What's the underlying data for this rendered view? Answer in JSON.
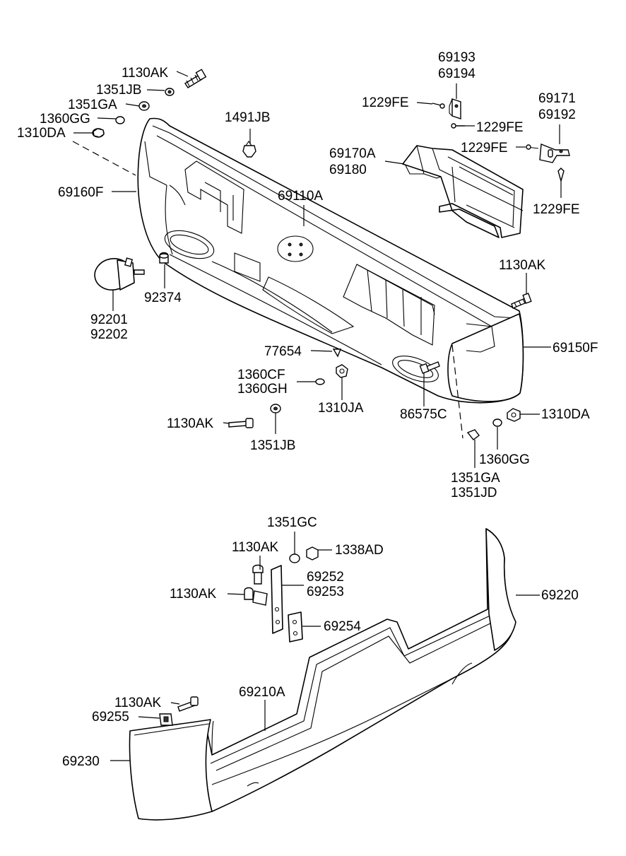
{
  "labels": {
    "l_1130ak_a": "1130AK",
    "l_1351jb_a": "1351JB",
    "l_1351ga_a": "1351GA",
    "l_1360gg_a": "1360GG",
    "l_1310da_a": "1310DA",
    "l_69160f": "69160F",
    "l_1491jb": "1491JB",
    "l_69110a": "69110A",
    "l_69193": "69193",
    "l_69194": "69194",
    "l_1229fe_a": "1229FE",
    "l_1229fe_b": "1229FE",
    "l_69170a": "69170A",
    "l_69180": "69180",
    "l_69171": "69171",
    "l_69192": "69192",
    "l_1229fe_c": "1229FE",
    "l_1229fe_d": "1229FE",
    "l_92201": "92201",
    "l_92202": "92202",
    "l_92374": "92374",
    "l_1130ak_b": "1130AK",
    "l_69150f": "69150F",
    "l_77654": "77654",
    "l_1360cf": "1360CF",
    "l_1360gh": "1360GH",
    "l_1310ja": "1310JA",
    "l_86575c": "86575C",
    "l_1130ak_c": "1130AK",
    "l_1351jb_b": "1351JB",
    "l_1310da_b": "1310DA",
    "l_1360gg_b": "1360GG",
    "l_1351ga_b": "1351GA",
    "l_1351jd": "1351JD",
    "l_1351gc": "1351GC",
    "l_1130ak_d": "1130AK",
    "l_1338ad": "1338AD",
    "l_69252": "69252",
    "l_69253": "69253",
    "l_1130ak_e": "1130AK",
    "l_69220": "69220",
    "l_69254": "69254",
    "l_1130ak_f": "1130AK",
    "l_69210a": "69210A",
    "l_69255": "69255",
    "l_69230": "69230"
  }
}
